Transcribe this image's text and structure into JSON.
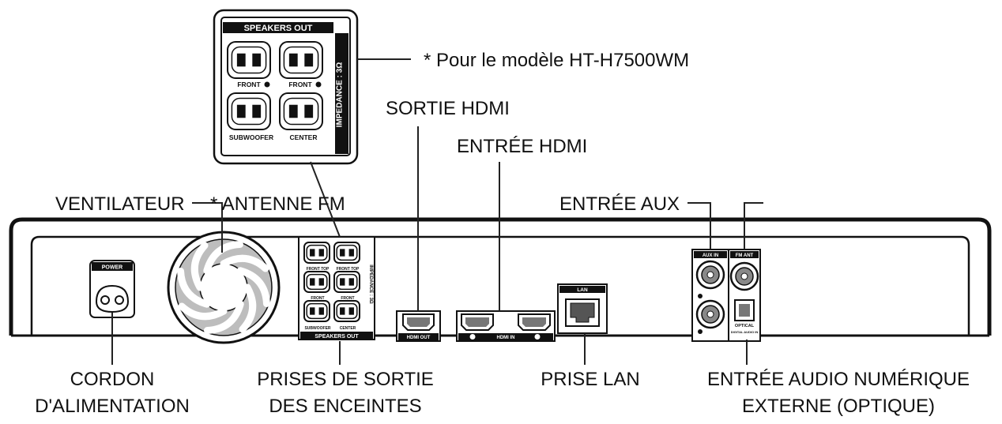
{
  "callouts": {
    "model_note": "* Pour le modèle HT-H7500WM",
    "hdmi_out": "SORTIE HDMI",
    "hdmi_in": "ENTRÉE HDMI",
    "fan": "VENTILATEUR",
    "fm_antenna": "* ANTENNE FM",
    "aux_in": "ENTRÉE AUX",
    "power_cord_line1": "CORDON",
    "power_cord_line2": "D'ALIMENTATION",
    "speaker_jacks_line1": "PRISES DE SORTIE",
    "speaker_jacks_line2": "DES ENCEINTES",
    "lan_jack": "PRISE LAN",
    "optical_line1": "ENTRÉE AUDIO NUMÉRIQUE",
    "optical_line2": "EXTERNE (OPTIQUE)"
  },
  "inset": {
    "header": "SPEAKERS OUT",
    "impedance": "IMPEDANCE : 3Ω",
    "front_r": "FRONT",
    "front_l": "FRONT",
    "subwoofer": "SUBWOOFER",
    "center": "CENTER"
  },
  "panel": {
    "power": "POWER",
    "speakers_out": "SPEAKERS OUT",
    "impedance": "IMPEDANCE : 3Ω",
    "front_top_r": "FRONT TOP",
    "front_top_l": "FRONT TOP",
    "front_r": "FRONT",
    "front_l": "FRONT",
    "subwoofer": "SUBWOOFER",
    "center": "CENTER",
    "hdmi_out": "HDMI OUT",
    "hdmi_in": "HDMI IN",
    "lan": "LAN",
    "aux_in": "AUX IN",
    "fm_ant": "FM ANT",
    "optical": "OPTICAL",
    "digital_audio_in": "DIGITAL AUDIO IN"
  }
}
